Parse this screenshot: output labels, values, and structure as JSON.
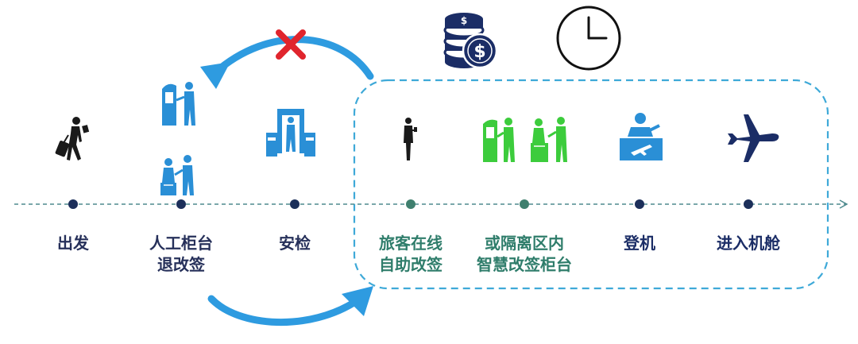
{
  "colors": {
    "timeline": "#4e8a8e",
    "dot_dark": "#1c2f5a",
    "dot_teal": "#3f7f6e",
    "blue_icon": "#2a8fd6",
    "green_icon": "#3ccc3c",
    "navy_icon": "#1b2d66",
    "arc_blue": "#2e9be0",
    "dashed_box": "#3ea9d8",
    "cross_red": "#e0252d",
    "label_dark": "#26305a",
    "label_teal": "#2f7d6b",
    "label_navy": "#1b2d66"
  },
  "stages": [
    {
      "id": "depart",
      "lines": [
        "出发"
      ],
      "icon": "walking-traveler-with-luggage-icon",
      "label_color": "#26305a"
    },
    {
      "id": "manual-counter",
      "lines": [
        "人工柜台",
        "退改签"
      ],
      "icon": "kiosk-and-counter-agents-icon",
      "label_color": "#26305a"
    },
    {
      "id": "security",
      "lines": [
        "安检"
      ],
      "icon": "security-scanner-gate-icon",
      "label_color": "#26305a"
    },
    {
      "id": "online-self-service",
      "lines": [
        "旅客在线",
        "自助改签"
      ],
      "icon": "passenger-with-phone-icon",
      "label_color": "#2f7d6b"
    },
    {
      "id": "isolation-zone",
      "lines": [
        "或隔离区内",
        "智慧改签柜台"
      ],
      "icon": "smart-kiosk-and-counter-icon",
      "label_color": "#2f7d6b"
    },
    {
      "id": "boarding",
      "lines": [
        "登机"
      ],
      "icon": "boarding-desk-icon",
      "label_color": "#1b2d66"
    },
    {
      "id": "enter-cabin",
      "lines": [
        "进入机舱"
      ],
      "icon": "airplane-icon",
      "label_color": "#1b2d66"
    }
  ],
  "top_icons": [
    "stacked-dollar-coins-icon",
    "clock-icon"
  ]
}
